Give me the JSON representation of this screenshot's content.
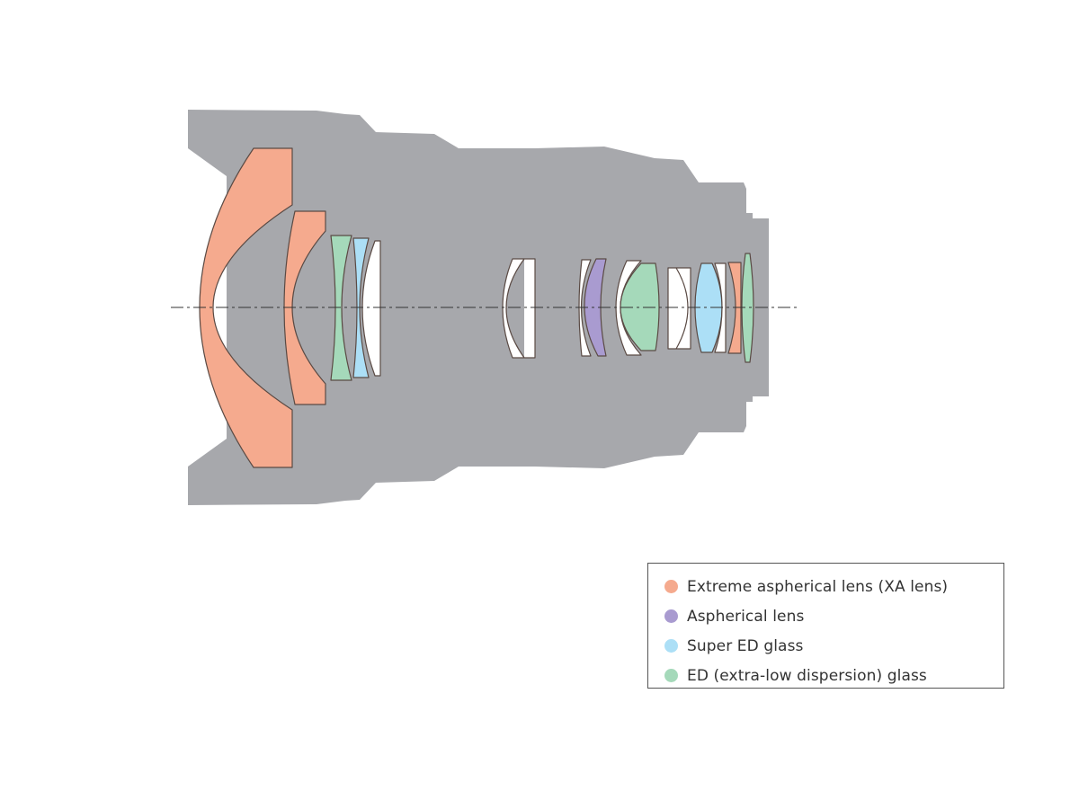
{
  "colors": {
    "barrel": "#a7a8ac",
    "xa_lens": "#f5aa8e",
    "aspherical": "#a99bd0",
    "super_ed": "#acdff6",
    "ed": "#a5d9ba",
    "plain": "#ffffff"
  },
  "legend": {
    "items": [
      {
        "label": "Extreme aspherical lens (XA lens)",
        "color": "#f5aa8e"
      },
      {
        "label": "Aspherical lens",
        "color": "#a99bd0"
      },
      {
        "label": "Super ED glass",
        "color": "#acdff6"
      },
      {
        "label": "ED (extra-low dispersion) glass",
        "color": "#a5d9ba"
      }
    ]
  },
  "elements": [
    {
      "name": "xa-lens-front-1",
      "type": "xa_lens"
    },
    {
      "name": "xa-lens-front-2",
      "type": "xa_lens"
    },
    {
      "name": "ed-lens-1",
      "type": "ed"
    },
    {
      "name": "super-ed-lens-1",
      "type": "super_ed"
    },
    {
      "name": "plain-lens-1",
      "type": "plain"
    },
    {
      "name": "plain-doublet-1",
      "type": "plain"
    },
    {
      "name": "plain-lens-2",
      "type": "plain"
    },
    {
      "name": "aspherical-lens-1",
      "type": "aspherical"
    },
    {
      "name": "plain-lens-3",
      "type": "plain"
    },
    {
      "name": "ed-lens-2",
      "type": "ed"
    },
    {
      "name": "plain-doublet-2",
      "type": "plain"
    },
    {
      "name": "super-ed-lens-2",
      "type": "super_ed"
    },
    {
      "name": "plain-lens-4",
      "type": "plain"
    },
    {
      "name": "xa-lens-rear",
      "type": "xa_lens"
    },
    {
      "name": "ed-lens-3",
      "type": "ed"
    }
  ]
}
